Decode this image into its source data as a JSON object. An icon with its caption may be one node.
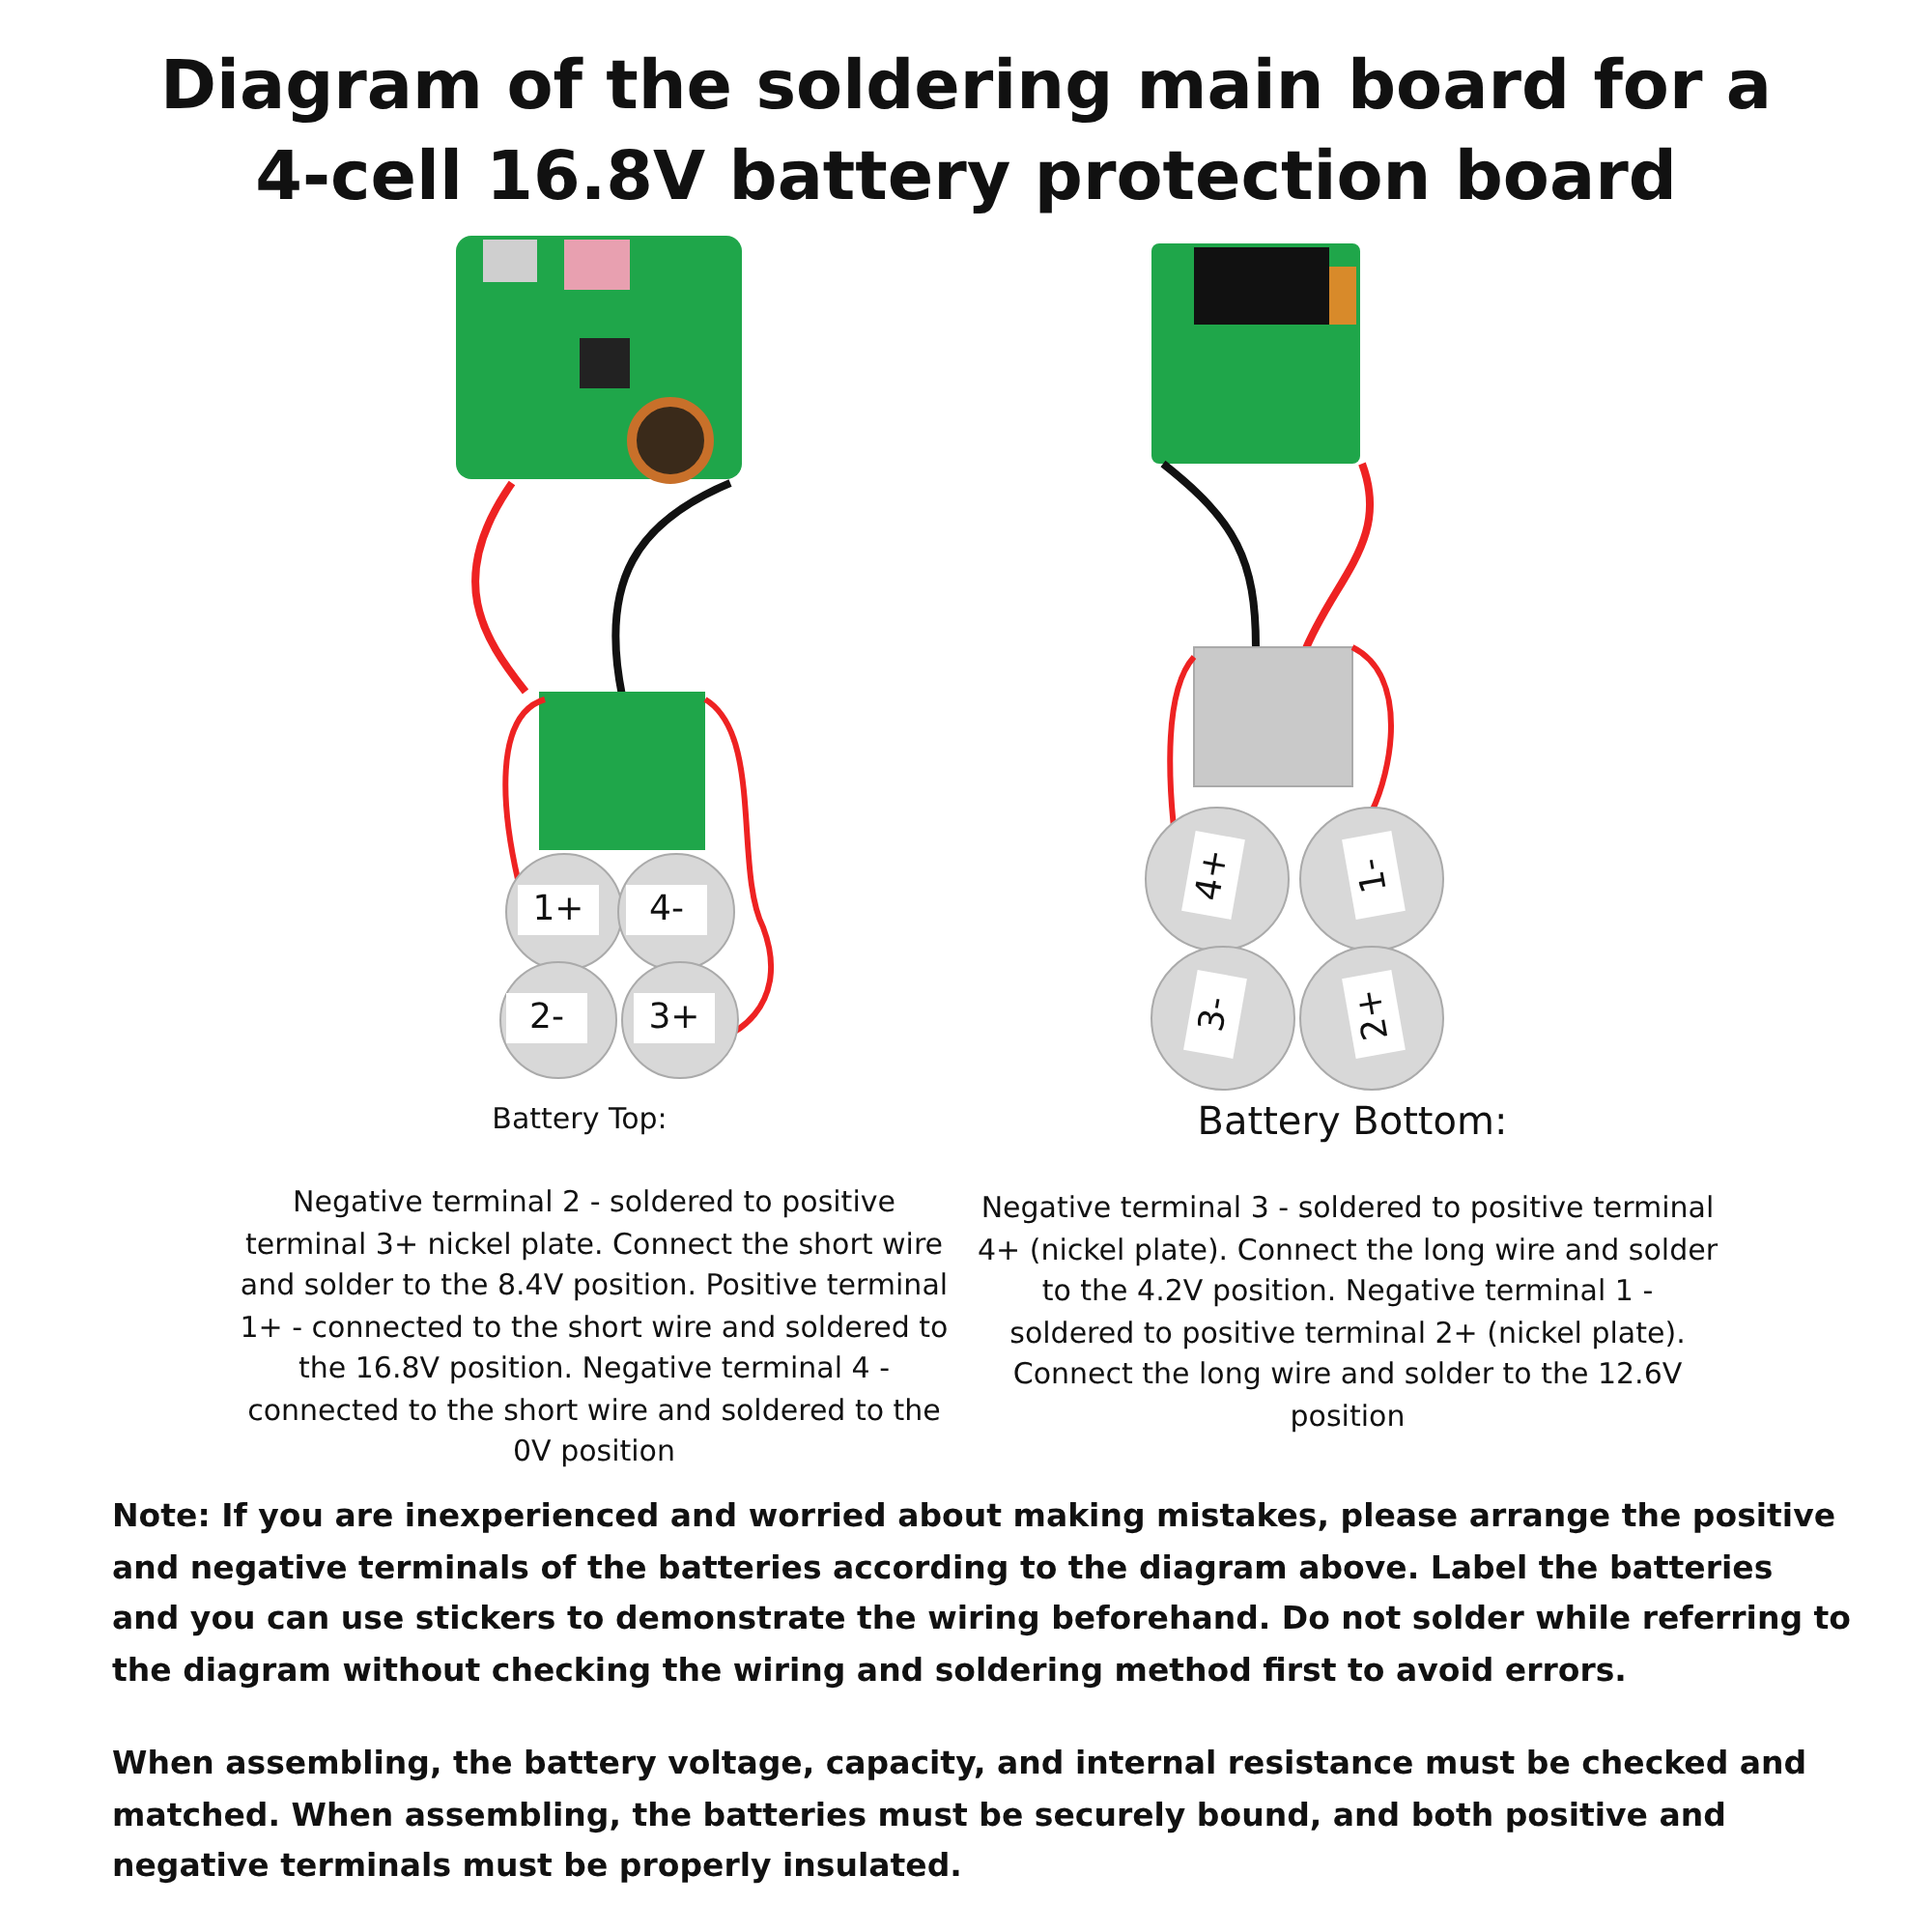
{
  "diagram": {
    "title": "Diagram of the soldering main board for a 4-cell 16.8V battery protection board",
    "labels": [
      "1+",
      "4-",
      "2-",
      "3+",
      "4+",
      "1-",
      "3-",
      "2+",
      "Battery Top:",
      "Battery Bottom:",
      "Negative terminal 2 - soldered to positive terminal 3+ nickel plate. Connect the short wire and solder to the 8.4V position. Positive terminal 1+ - connected to the short wire and soldered to the 16.8V position. Negative terminal 4 - connected to the short wire and soldered to the 0V position",
      "Negative terminal 3 - soldered to positive terminal 4+ (nickel plate). Connect the long wire and solder to the 4.2V position. Negative terminal 1 - soldered to positive terminal 2+ (nickel plate). Connect the long wire and solder to the 12.6V position",
      "Note: If you are inexperienced and worried about making mistakes, please arrange the positive and negative terminals of the batteries according to the diagram above. Label the batteries and you can use stickers to demonstrate the wiring beforehand. Do not solder while referring to the diagram without checking the wiring and soldering method first to avoid errors.",
      "When assembling, the battery voltage, capacity, and internal resistance must be checked and matched. When assembling, the batteries must be securely bound, and both positive and negative terminals must be properly insulated."
    ]
  }
}
